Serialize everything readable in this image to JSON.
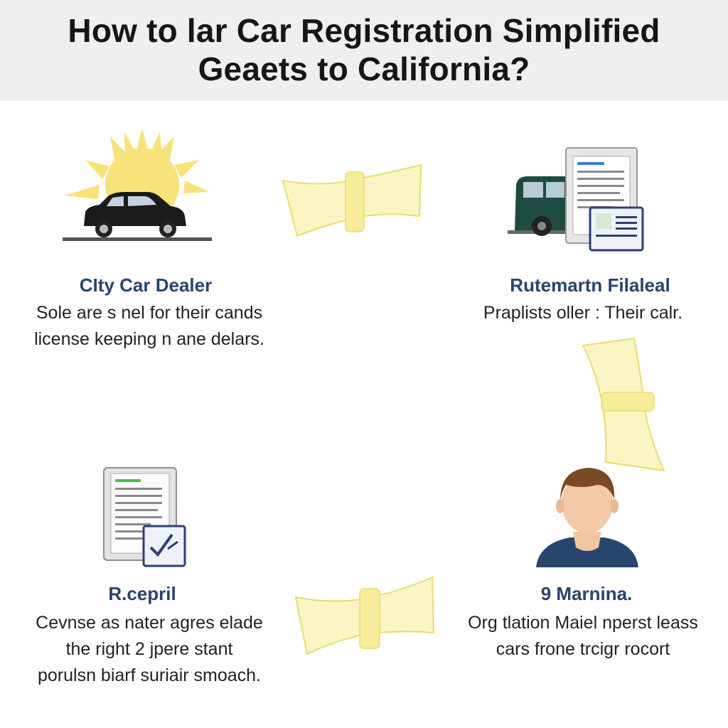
{
  "title": {
    "line1": "How to lar Car Registration Simplified",
    "line2": "Geaets to California?"
  },
  "steps": [
    {
      "heading": "CIty Car Dealer",
      "lines": [
        "Sole are s nel for their cands",
        "license keeping n ane delars."
      ],
      "icon": "sun-car-icon"
    },
    {
      "heading": "Rutemartn Filaleal",
      "lines": [
        "Praplists oller : Their calr."
      ],
      "icon": "van-documents-icon"
    },
    {
      "heading": "R.cepril",
      "lines": [
        "Cevnse as nater agres elade",
        "the right 2 jpere stant",
        "porulsn biarf suriair smoach."
      ],
      "icon": "clipboard-icon"
    },
    {
      "heading": "9 Marnina.",
      "lines": [
        "Org tlation Maiel nperst leass",
        "cars frone trcigr rocort"
      ],
      "icon": "person-icon"
    }
  ],
  "colors": {
    "heading": "#27456e",
    "arrow_fill": "#fbf5c4",
    "arrow_stroke": "#e9dc6e",
    "sun": "#f8e27a",
    "header_bg": "#efefef"
  }
}
